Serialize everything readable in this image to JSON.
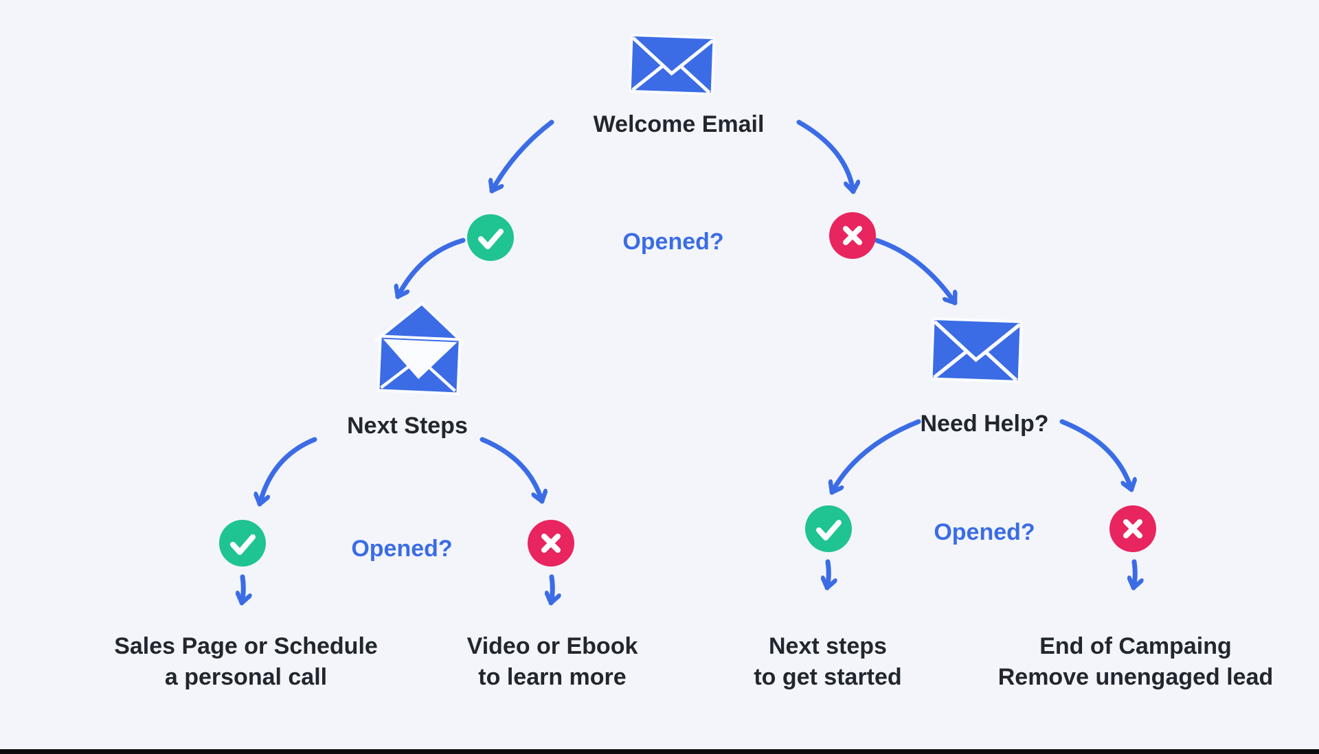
{
  "canvas": {
    "background": "#f3f5fa",
    "bottom_bar_color": "#0c0c0e"
  },
  "colors": {
    "accent_blue": "#3b6ce5",
    "success_green": "#20c392",
    "fail_red": "#e8255e",
    "text_dark": "#22262e"
  },
  "flow": {
    "root": {
      "label": "Welcome Email",
      "icon": "closed-envelope"
    },
    "question_root": "Opened?",
    "branch_opened": {
      "label": "Next Steps",
      "icon": "open-envelope",
      "question": "Opened?",
      "outcome_yes": {
        "line1": "Sales Page or Schedule",
        "line2": "a personal call"
      },
      "outcome_no": {
        "line1": "Video or Ebook",
        "line2": "to learn more"
      }
    },
    "branch_not_opened": {
      "label": "Need Help?",
      "icon": "closed-envelope",
      "question": "Opened?",
      "outcome_yes": {
        "line1": "Next steps",
        "line2": "to get started"
      },
      "outcome_no": {
        "line1": "End of Campaing",
        "line2": "Remove unengaged lead"
      }
    }
  }
}
